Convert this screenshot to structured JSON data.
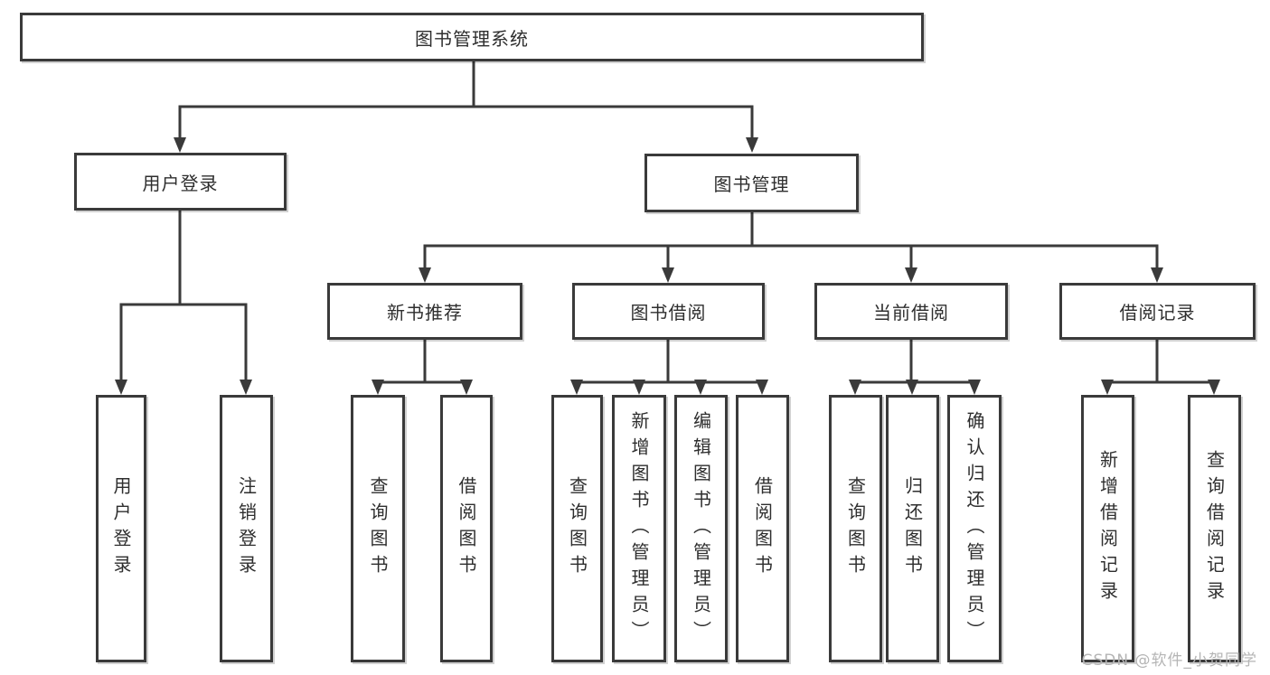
{
  "diagram": {
    "root": {
      "label": "图书管理系统"
    },
    "level2": [
      {
        "label": "用户登录"
      },
      {
        "label": "图书管理"
      }
    ],
    "level3": [
      {
        "label": "新书推荐"
      },
      {
        "label": "图书借阅"
      },
      {
        "label": "当前借阅"
      },
      {
        "label": "借阅记录"
      }
    ],
    "leaves": [
      {
        "label": "用户登录"
      },
      {
        "label": "注销登录"
      },
      {
        "label": "查询图书"
      },
      {
        "label": "借阅图书"
      },
      {
        "label": "查询图书"
      },
      {
        "label": "新增图书（管理员）"
      },
      {
        "label": "编辑图书（管理员）"
      },
      {
        "label": "借阅图书"
      },
      {
        "label": "查询图书"
      },
      {
        "label": "归还图书"
      },
      {
        "label": "确认归还（管理员）"
      },
      {
        "label": "新增借阅记录"
      },
      {
        "label": "查询借阅记录"
      }
    ]
  },
  "watermark": {
    "text": "CSDN @软件_小贺同学"
  },
  "colors": {
    "line": "#3a3a3a",
    "box_border": "#3a3a3a",
    "text": "#2e2e2e",
    "watermark": "#b5b5b5",
    "background": "#ffffff"
  }
}
